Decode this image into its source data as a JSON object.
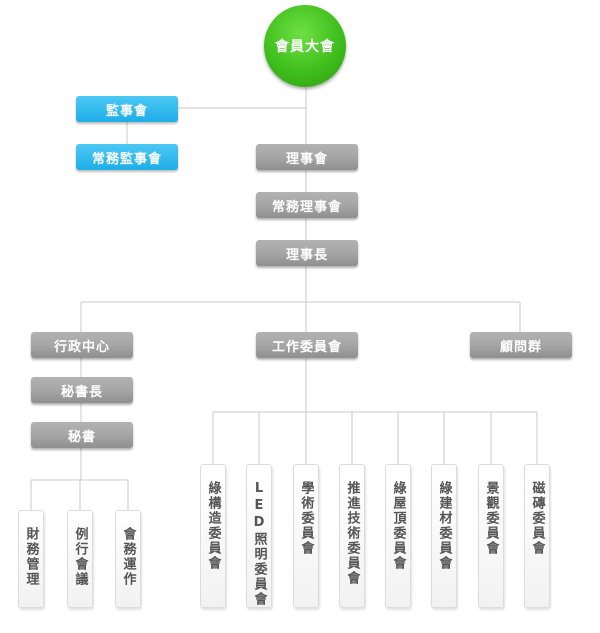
{
  "nodes": {
    "general_assembly": "會員大會",
    "supervisors": "監事會",
    "standing_supervisors": "常務監事會",
    "board": "理事會",
    "standing_board": "常務理事會",
    "chairman": "理事長",
    "admin_center": "行政中心",
    "committees": "工作委員會",
    "advisors": "顧問群",
    "secretary_general": "秘書長",
    "secretary": "秘書"
  },
  "admin_tasks": [
    "財務管理",
    "例行會議",
    "會務運作"
  ],
  "committee_list": [
    "綠構造委員會",
    "LED照明委員會",
    "學術委員會",
    "推進技術委員會",
    "綠屋頂委員會",
    "綠建材委員會",
    "景觀委員會",
    "磁磚委員會"
  ],
  "colors": {
    "root": "#3fbf1c",
    "supervisory": "#1eaee8",
    "executive": "#a6a6a6",
    "unit": "#ffffff",
    "connector": "#c8c8c8"
  }
}
